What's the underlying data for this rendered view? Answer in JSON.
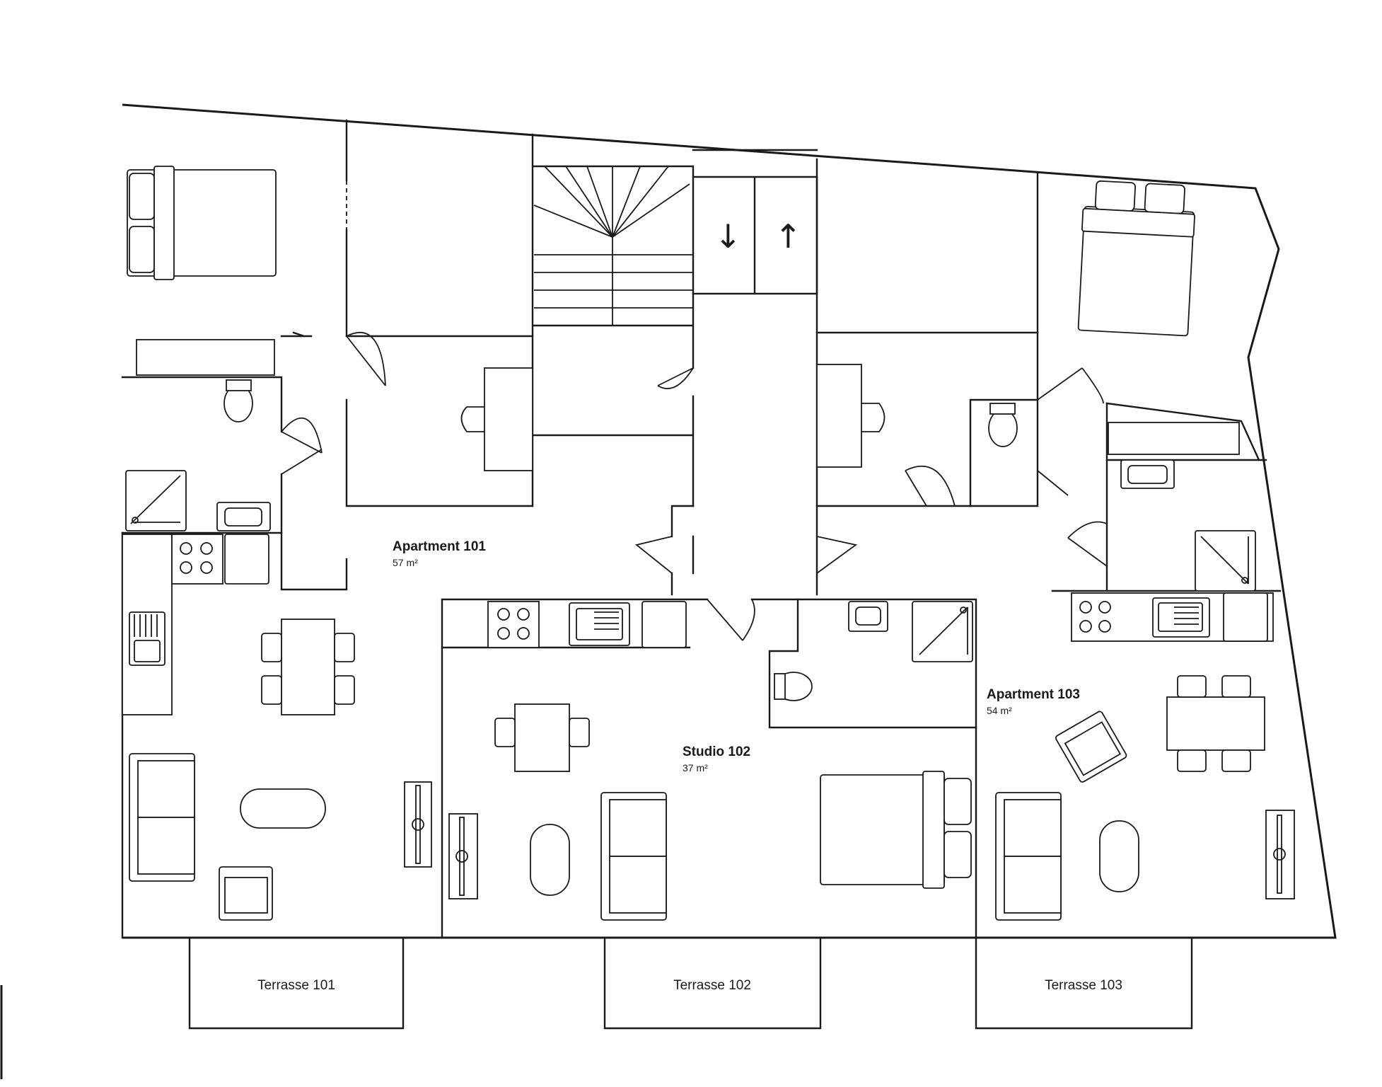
{
  "units": [
    {
      "name": "Apartment 101",
      "area": "57 m²"
    },
    {
      "name": "Studio 102",
      "area": "37 m²"
    },
    {
      "name": "Apartment 103",
      "area": "54 m²"
    }
  ],
  "terraces": [
    {
      "name": "Terrasse 101"
    },
    {
      "name": "Terrasse 102"
    },
    {
      "name": "Terrasse 103"
    }
  ],
  "elevator": {
    "down": "↓",
    "up": "↑"
  }
}
